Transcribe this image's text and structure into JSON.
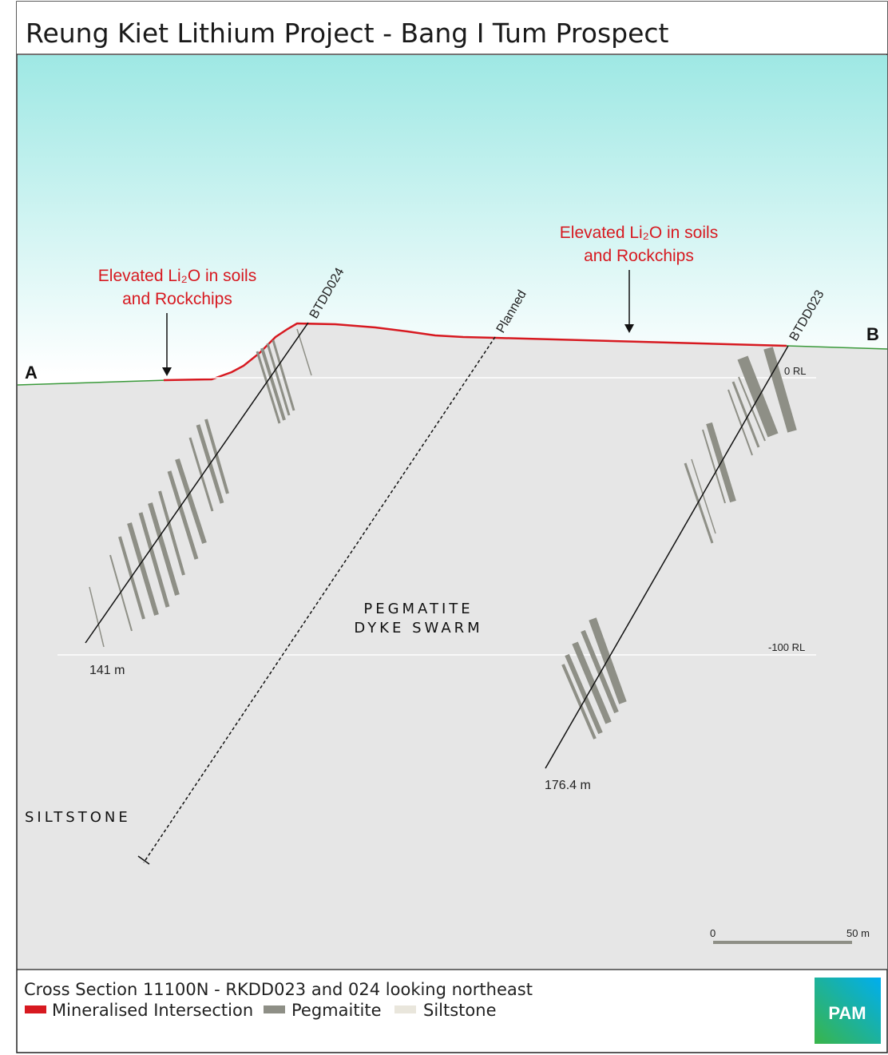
{
  "title": "Reung Kiet Lithium Project - Bang I Tum Prospect",
  "section_ends": {
    "a": "A",
    "b": "B"
  },
  "annotations": {
    "left": [
      "Elevated Li₂O in soils",
      "and Rockchips"
    ],
    "right": [
      "Elevated Li₂O in soils",
      "and Rockchips"
    ]
  },
  "drillholes": [
    {
      "id": "BTDD024",
      "depth_label": "141 m"
    },
    {
      "id": "Planned"
    },
    {
      "id": "BTDD023",
      "depth_label": "176.4 m"
    }
  ],
  "rl_labels": {
    "zero": "0 RL",
    "minus100": "-100 RL"
  },
  "rock_labels": {
    "pegmatite_1": "PEGMATITE",
    "pegmatite_2": "DYKE SWARM",
    "siltstone": "SILTSTONE"
  },
  "scale_bar": {
    "start": "0",
    "end": "50 m"
  },
  "footer": {
    "caption": "Cross Section 11100N - RKDD023 and 024 looking northeast",
    "legend": [
      {
        "label": "Mineralised Intersection",
        "color": "#d71920"
      },
      {
        "label": "Pegmaitite",
        "color": "#8e8f86"
      },
      {
        "label": "Siltstone",
        "color": "#e9e6dc"
      }
    ],
    "logo": "PAM"
  },
  "colors": {
    "sky_top": "#9ee8e4",
    "sky_bottom": "#ffffff",
    "ground": "#e6e6e6",
    "mineralised": "#d71920",
    "surface": "#3a9a3a",
    "pegmatite": "#8e8f86"
  }
}
